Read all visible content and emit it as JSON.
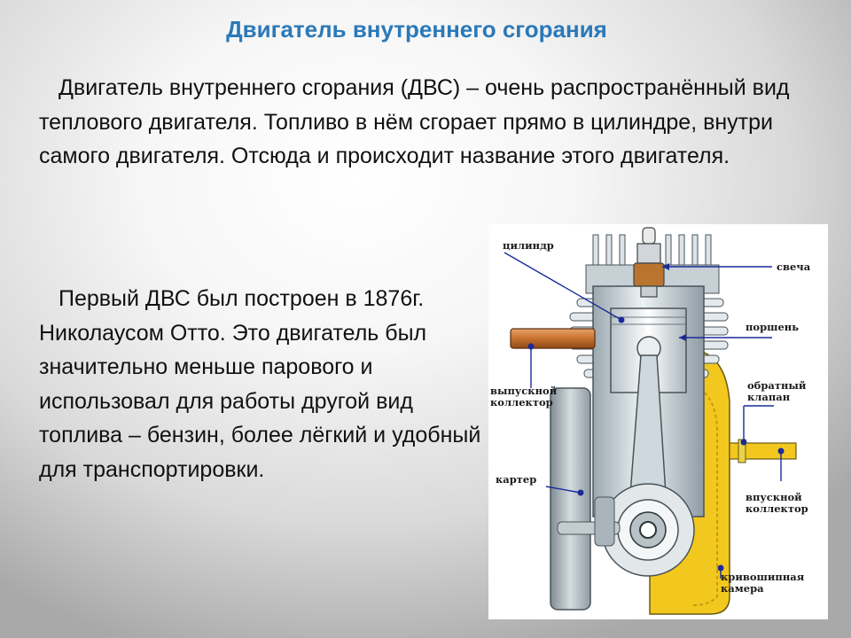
{
  "title": "Двигатель внутреннего сгорания",
  "paragraph_1": "Двигатель внутреннего сгорания (ДВС) – очень распространённый вид теплового двигателя. Топливо в нём сгорает прямо в цилиндре, внутри самого двигателя. Отсюда и происходит название этого двигателя.",
  "paragraph_2": "Первый ДВС был построен в 1876г. Николаусом Отто. Это двигатель был значительно меньше парового и использовал для работы другой вид топлива – бензин, более лёгкий и удобный для транспортировки.",
  "diagram": {
    "labels": {
      "cylinder": "цилиндр",
      "spark_plug": "свеча",
      "piston": "поршень",
      "exhaust_1": "выпускной",
      "exhaust_2": "коллектор",
      "check_valve_1": "обратный",
      "check_valve_2": "клапан",
      "crankcase": "картер",
      "intake_1": "впускной",
      "intake_2": "коллектор",
      "crank_chamber_1": "кривошипная",
      "crank_chamber_2": "камера"
    },
    "colors": {
      "leader_line": "#1a2a9a",
      "fuel_yellow": "#f2c81e",
      "exhaust_pipe": "#c8722e",
      "metal": "#cfd8de"
    }
  }
}
